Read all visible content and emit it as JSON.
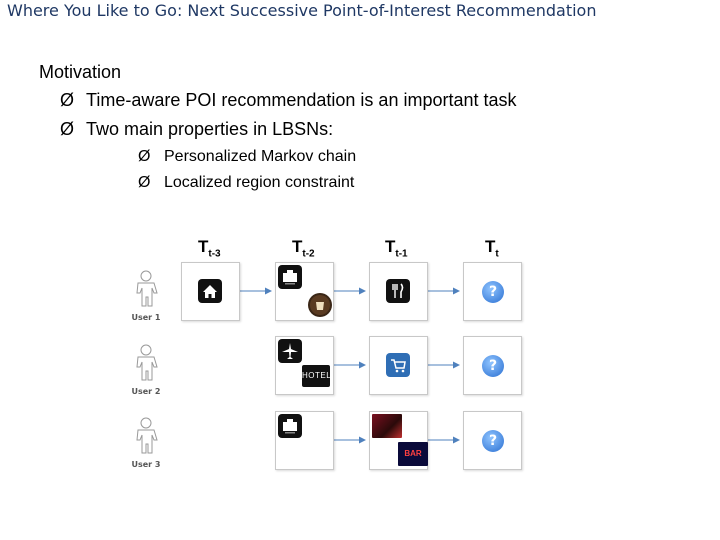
{
  "title": "Where You Like to Go: Next Successive Point-of-Interest Recommendation",
  "motivation": {
    "heading": "Motivation",
    "bullets": [
      "Time-aware POI recommendation is an important task",
      "Two main properties in LBSNs:"
    ],
    "sub_bullets": [
      "Personalized Markov chain",
      "Localized region constraint"
    ]
  },
  "figure": {
    "columns": [
      {
        "main": "T",
        "sub": "t-3"
      },
      {
        "main": "T",
        "sub": "t-2"
      },
      {
        "main": "T",
        "sub": "t-1"
      },
      {
        "main": "T",
        "sub": "t"
      }
    ],
    "users": [
      "User 1",
      "User 2",
      "User 3"
    ],
    "hotel_label": "HOTEL",
    "bar_label": "BAR",
    "question_mark": "?",
    "icons": [
      "home-icon",
      "office-icon",
      "coffee-icon",
      "restaurant-icon",
      "airplane-icon",
      "hotel-icon",
      "shopping-cart-icon",
      "bar-icon"
    ]
  }
}
